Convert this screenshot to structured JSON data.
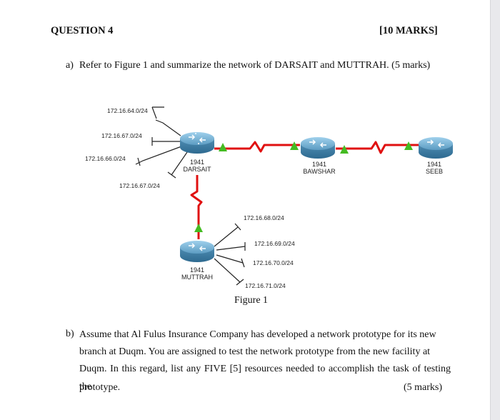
{
  "question": {
    "title": "QUESTION 4",
    "marks": "[10 MARKS]"
  },
  "part_a": {
    "label": "a)",
    "text": "Refer to Figure 1 and summarize the network of DARSAIT and MUTTRAH. (5 marks)"
  },
  "figure": {
    "caption": "Figure 1",
    "routers": {
      "darsait": {
        "model": "1941",
        "name": "DARSAIT"
      },
      "bawshar": {
        "model": "1941",
        "name": "BAWSHAR"
      },
      "seeb": {
        "model": "1941",
        "name": "SEEB"
      },
      "muttrah": {
        "model": "1941",
        "name": "MUTTRAH"
      }
    },
    "darsait_networks": [
      "172.16.64.0/24",
      "172.16.67.0/24",
      "172.16.66.0/24",
      "172.16.67.0/24"
    ],
    "muttrah_networks": [
      "172.16.68.0/24",
      "172.16.69.0/24",
      "172.16.70.0/24",
      "172.16.71.0/24"
    ],
    "colors": {
      "serial_link": "#e01010",
      "link_up": "#44bb22",
      "router": "#4a8fb8"
    }
  },
  "part_b": {
    "label": "b)",
    "lines": [
      "Assume that Al Fulus Insurance Company has developed a network prototype for its new",
      "branch at Duqm. You are assigned to test the network prototype from the new facility at",
      "Duqm. In this regard, list any FIVE [5] resources needed to accomplish the task of testing the",
      "prototype."
    ],
    "marks": "(5 marks)"
  }
}
